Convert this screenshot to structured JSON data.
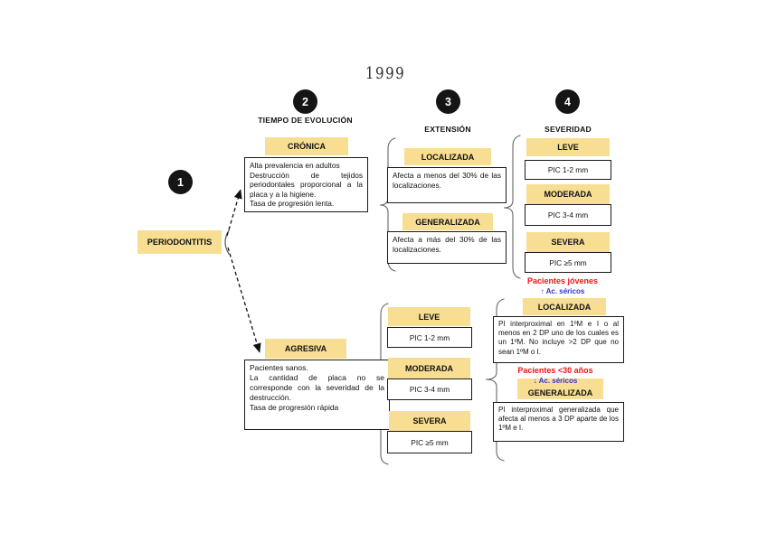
{
  "meta": {
    "year_note": "1999"
  },
  "colors": {
    "yellow": "#f8de93",
    "red": "#ee1414",
    "blue": "#3434cd"
  },
  "root": {
    "number": "1",
    "label": "PERIODONTITIS"
  },
  "steps": {
    "evolution": {
      "number": "2",
      "title": "TIEMPO DE EVOLUCIÓN"
    },
    "extension": {
      "number": "3",
      "title": "EXTENSIÓN"
    },
    "severity": {
      "number": "4",
      "title": "SEVERIDAD"
    }
  },
  "cronica": {
    "label": "CRÓNICA",
    "description": "Alta prevalencia en adultos\nDestrucción de tejidos periodontales proporcional a la placa y a la higiene.\nTasa de progresión lenta."
  },
  "agresiva": {
    "label": "AGRESIVA",
    "description": "Pacientes sanos.\nLa cantidad de placa no se corresponde con la severidad de la destrucción.\nTasa de progresión rápida"
  },
  "extension": {
    "localizada": {
      "label": "LOCALIZADA",
      "description": "Afecta a menos del 30% de las localizaciones."
    },
    "generalizada": {
      "label": "GENERALIZADA",
      "description": "Afecta a más del 30% de las localizaciones."
    }
  },
  "severity_scale": {
    "leve": {
      "label": "LEVE",
      "value": "PIC 1-2 mm"
    },
    "moderada": {
      "label": "MODERADA",
      "value": "PIC 3-4 mm"
    },
    "severa": {
      "label": "SEVERA",
      "value": "PIC ≥5 mm"
    }
  },
  "agresiva_types": {
    "localizada": {
      "patient_note": "Pacientes jóvenes",
      "serum_note": "↑ Ac. séricos",
      "label": "LOCALIZADA",
      "description": "PI interproximal en 1ºM e I o al menos en 2 DP uno de los cuales es un 1ºM. No incluye >2 DP que no sean 1ºM o I."
    },
    "generalizada": {
      "patient_note": "Pacientes <30 años",
      "serum_note": "↓ Ac. séricos",
      "label": "GENERALIZADA",
      "description": "PI interproximal generalizada que afecta al menos a 3 DP aparte de los 1ºM e I."
    }
  }
}
